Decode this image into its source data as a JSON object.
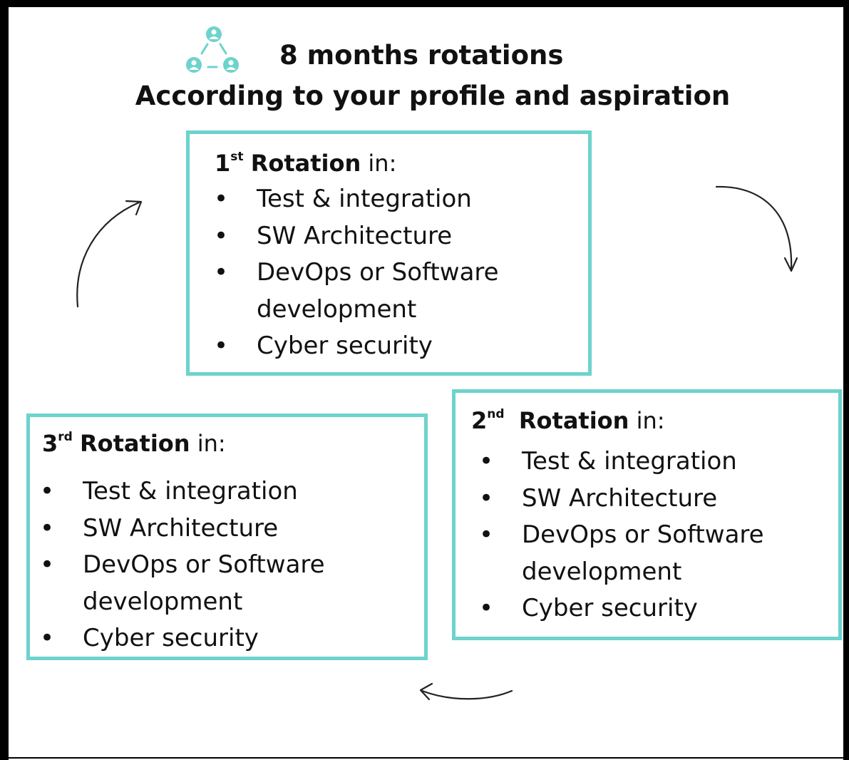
{
  "header": {
    "title": "8 months rotations",
    "subtitle": "According to your profile and aspiration",
    "icon": "team-network-icon",
    "accent_color": "#6dd3cc"
  },
  "rotations": [
    {
      "ordinal": "1",
      "ordinal_suffix": "st",
      "label": "Rotation",
      "suffix": " in:",
      "items": [
        "Test & integration",
        "SW Architecture",
        "DevOps or Software development",
        "Cyber security"
      ]
    },
    {
      "ordinal": "2",
      "ordinal_suffix": "nd",
      "label": "Rotation",
      "suffix": " in:",
      "items": [
        "Test & integration",
        "SW Architecture",
        "DevOps or Software development",
        "Cyber security"
      ]
    },
    {
      "ordinal": "3",
      "ordinal_suffix": "rd",
      "label": "Rotation",
      "suffix": " in:",
      "items": [
        "Test & integration",
        "SW Architecture",
        "DevOps or Software development",
        "Cyber security"
      ]
    }
  ],
  "arrows": [
    "arrow-to-first",
    "arrow-first-to-second",
    "arrow-second-to-third"
  ]
}
